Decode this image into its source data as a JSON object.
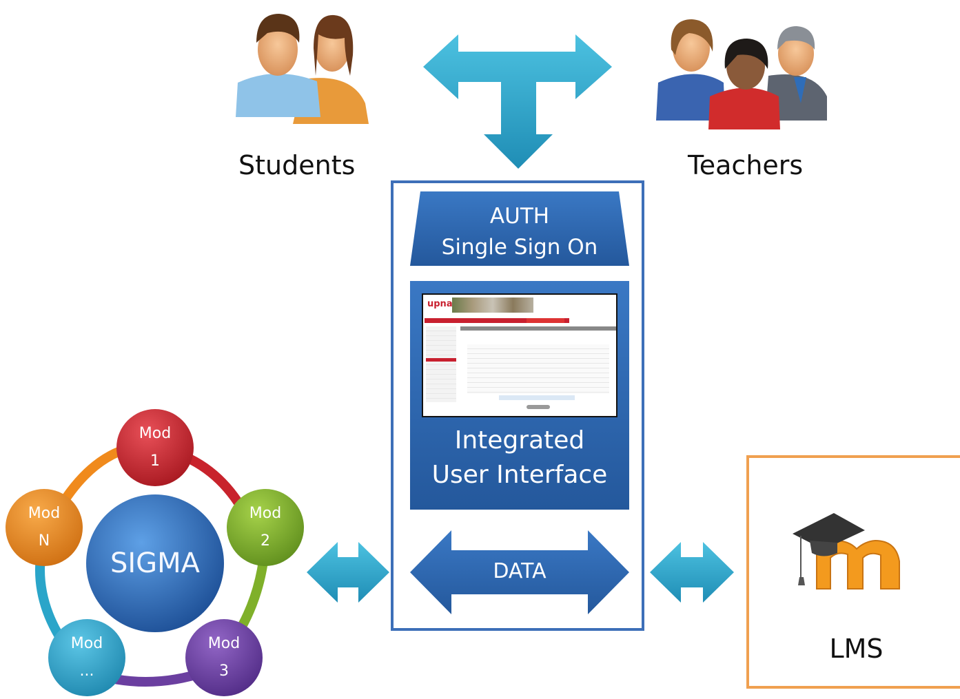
{
  "actors": {
    "students": "Students",
    "teachers": "Teachers"
  },
  "integration_box": {
    "auth_line1": "AUTH",
    "auth_line2": "Single Sign On",
    "ui_line1": "Integrated",
    "ui_line2": "User Interface",
    "data_label": "DATA",
    "screenshot_logo": "upna"
  },
  "sigma": {
    "center_label": "SIGMA",
    "modules": [
      {
        "line1": "Mod",
        "line2": "1",
        "color": "#c8232c"
      },
      {
        "line1": "Mod",
        "line2": "2",
        "color": "#7fb02a"
      },
      {
        "line1": "Mod",
        "line2": "3",
        "color": "#6b3fa0"
      },
      {
        "line1": "Mod",
        "line2": "...",
        "color": "#2aa5c9"
      },
      {
        "line1": "Mod",
        "line2": "N",
        "color": "#f08a1c"
      }
    ]
  },
  "lms": {
    "label": "LMS",
    "icon": "moodle-logo-icon"
  },
  "colors": {
    "arrow": "#2a9ec4",
    "box_border": "#3d6fb8",
    "panel": "#2f64ad",
    "lms_border": "#f0a050",
    "sigma_core": "#2d6cc0"
  }
}
